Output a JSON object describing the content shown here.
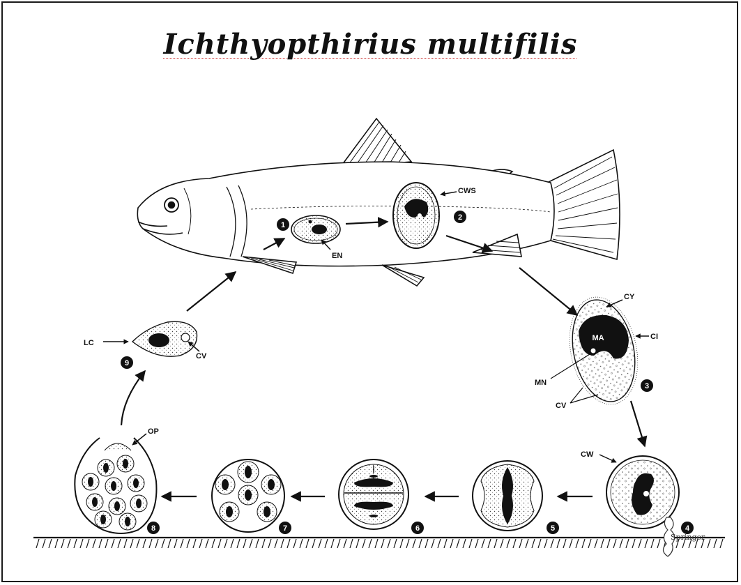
{
  "title": "Ichthyopthirius multifilis",
  "labels": {
    "cws": "CWS",
    "en": "EN",
    "cy": "CY",
    "ci": "CI",
    "ma": "MA",
    "mn": "MN",
    "cv_stage3": "CV",
    "cw": "CW",
    "op": "OP",
    "lc": "LC",
    "cv_stage9": "CV"
  },
  "stages": [
    "1",
    "2",
    "3",
    "4",
    "5",
    "6",
    "7",
    "8",
    "9"
  ],
  "logo": "Springer",
  "colors": {
    "ink": "#111111",
    "background": "#ffffff"
  }
}
